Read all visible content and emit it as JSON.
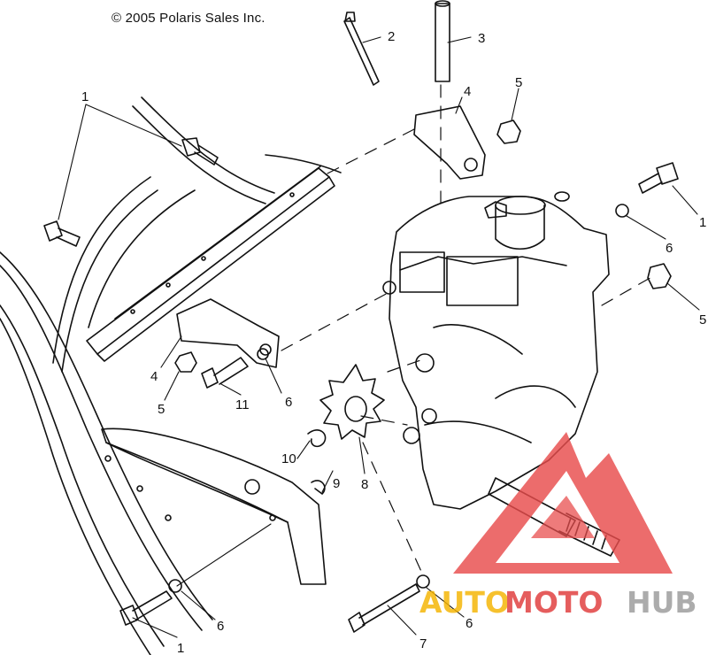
{
  "copyright": "© 2005 Polaris Sales Inc.",
  "callouts": [
    "1",
    "2",
    "3",
    "4",
    "5",
    "1",
    "6",
    "5",
    "4",
    "5",
    "11",
    "6",
    "10",
    "9",
    "8",
    "7",
    "6",
    "1",
    "6"
  ],
  "watermark": {
    "part1": "AUTO",
    "part2": "MOTO",
    "part3": "HUB",
    "colors": {
      "part1": "#f5b400",
      "part2": "#e03a3a",
      "part3": "#9a9a9a",
      "triangle": "#e84c4c"
    }
  }
}
